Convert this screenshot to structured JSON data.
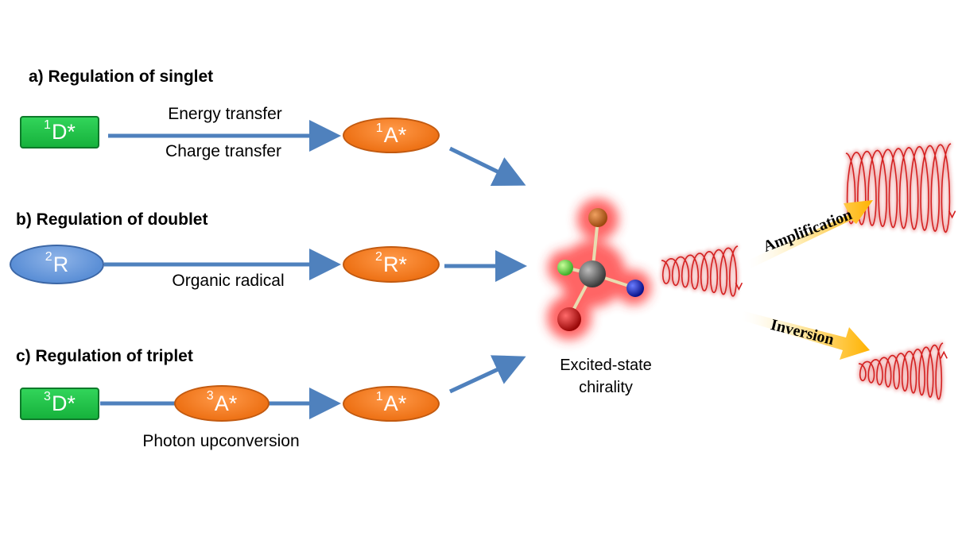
{
  "rows": {
    "singlet": {
      "heading": "a) Regulation of singlet",
      "donor": {
        "sup": "1",
        "text": "D*"
      },
      "label_above": "Energy transfer",
      "label_below": "Charge transfer",
      "acceptor": {
        "sup": "1",
        "text": "A*"
      }
    },
    "doublet": {
      "heading": "b) Regulation of doublet",
      "donor": {
        "sup": "2",
        "text": "R"
      },
      "label_below": "Organic radical",
      "acceptor": {
        "sup": "2",
        "text": "R*"
      }
    },
    "triplet": {
      "heading": "c) Regulation of triplet",
      "donor": {
        "sup": "3",
        "text": "D*"
      },
      "intermediate": {
        "sup": "3",
        "text": "A*"
      },
      "label_below": "Photon upconversion",
      "acceptor": {
        "sup": "1",
        "text": "A*"
      }
    }
  },
  "center": {
    "line1": "Excited-state",
    "line2": "chirality"
  },
  "outputs": {
    "amplification": "Amplification",
    "inversion": "Inversion"
  },
  "colors": {
    "arrow": "#4f81bd",
    "green_state": "#1fc24a",
    "orange_state": "#f07a1e",
    "blue_state": "#6a9be0",
    "helix": "#d42020",
    "output_arrow": "#ffb200"
  }
}
